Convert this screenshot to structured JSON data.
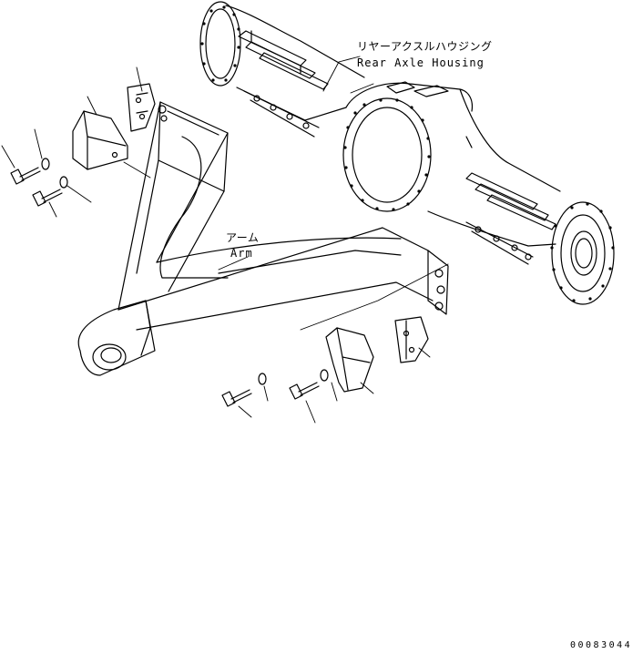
{
  "labels": {
    "housing_jp": "リヤーアクスルハウジング",
    "housing_en": "Rear Axle Housing",
    "arm_jp": "アーム",
    "arm_en": "Arm"
  },
  "drawing_number": "00083044",
  "colors": {
    "ink": "#000000",
    "paper": "#ffffff"
  }
}
